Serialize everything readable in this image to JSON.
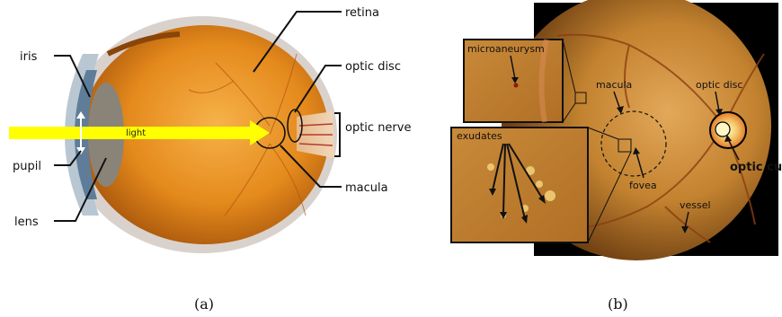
{
  "panel_a": {
    "labels": {
      "retina": "retina",
      "iris": "iris",
      "optic_disc": "optic disc",
      "optic_nerve": "optic nerve",
      "light": "light",
      "pupil": "pupil",
      "macula": "macula",
      "lens": "lens"
    },
    "caption": "(a)"
  },
  "panel_b": {
    "labels": {
      "microaneurysm": "microaneurysm",
      "macula": "macula",
      "optic_disc": "optic disc",
      "exudates": "exudates",
      "fovea": "fovea",
      "optic_cup": "optic cup",
      "vessel": "vessel"
    },
    "caption": "(b)"
  },
  "colors": {
    "eye_orange": "#e8921e",
    "light_arrow": "#ffff00",
    "fundus_orange": "#c98a33",
    "fundus_bg": "#000000"
  }
}
